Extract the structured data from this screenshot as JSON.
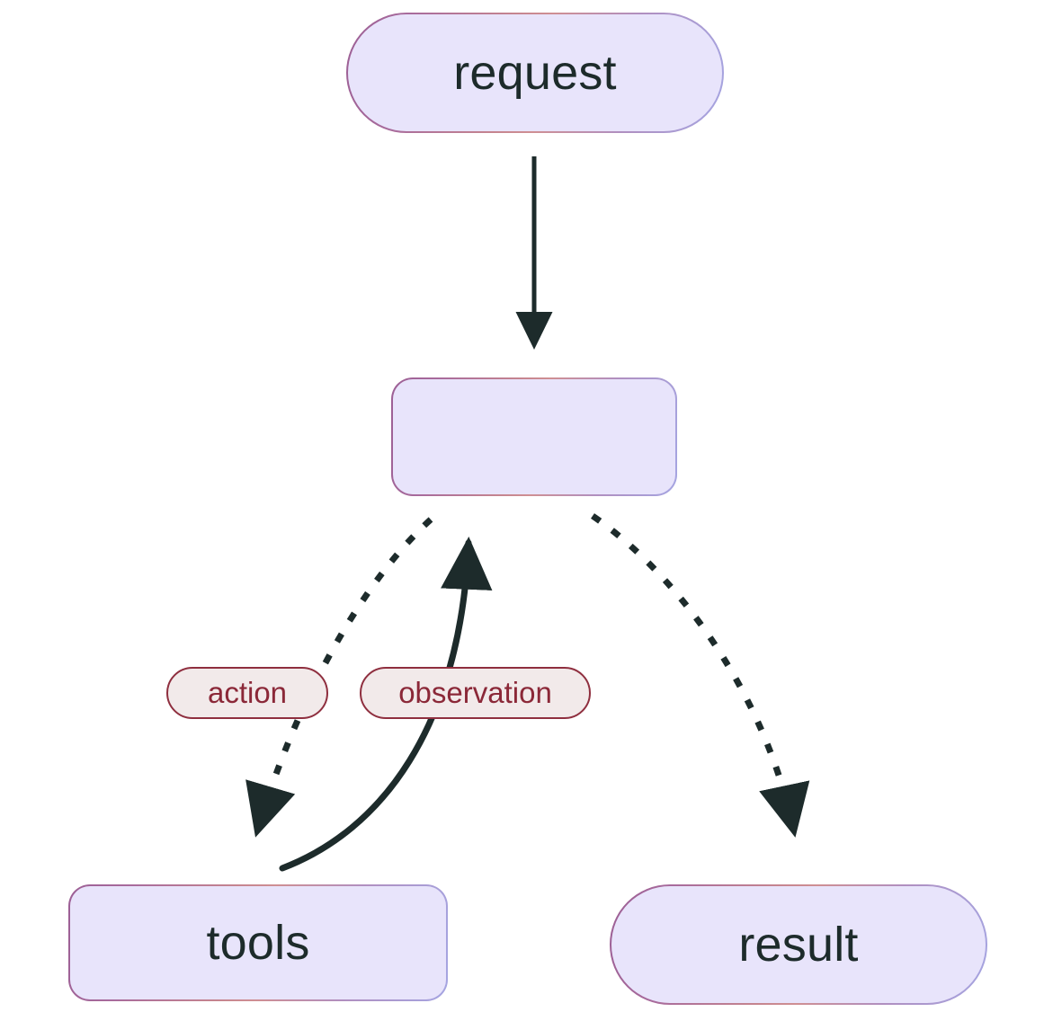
{
  "diagram": {
    "type": "flowchart",
    "title": "agent tool-use loop",
    "background": "#ffffff",
    "palette": {
      "node_fill": "#e8e4fb",
      "node_border_start": "#9c5f95",
      "node_border_mid": "#cf8f93",
      "node_border_end": "#a5a5e2",
      "node_text": "#1d2b2b",
      "edge_color": "#1d2b2b",
      "label_fill": "#f2eaea",
      "label_border": "#8f2f3f",
      "label_text": "#8b2838"
    },
    "nodes": [
      {
        "id": "request",
        "label": "request",
        "shape": "stadium"
      },
      {
        "id": "agent",
        "label": "",
        "shape": "rounded-rect"
      },
      {
        "id": "tools",
        "label": "tools",
        "shape": "rounded-rect"
      },
      {
        "id": "result",
        "label": "result",
        "shape": "stadium"
      }
    ],
    "edges": [
      {
        "id": "request-to-agent",
        "from": "request",
        "to": "agent",
        "style": "solid",
        "label": "",
        "arrow": "end"
      },
      {
        "id": "agent-to-tools",
        "from": "agent",
        "to": "tools",
        "style": "dotted",
        "label": "action",
        "arrow": "end"
      },
      {
        "id": "tools-to-agent",
        "from": "tools",
        "to": "agent",
        "style": "solid",
        "label": "observation",
        "arrow": "end"
      },
      {
        "id": "agent-to-result",
        "from": "agent",
        "to": "result",
        "style": "dotted",
        "label": "",
        "arrow": "end"
      }
    ]
  }
}
